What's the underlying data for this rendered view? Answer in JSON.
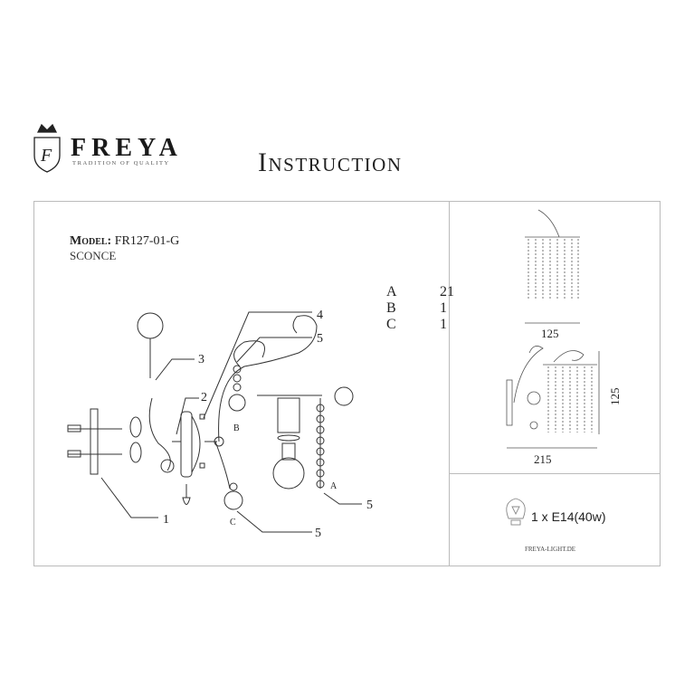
{
  "header": {
    "brand": "FREYA",
    "tagline": "TRADITION OF QUALITY",
    "logo_letter": "F",
    "title": "Instruction"
  },
  "product": {
    "model_label": "Model:",
    "model_value": "FR127-01-G",
    "type": "SCONCE"
  },
  "parts_list": [
    {
      "code": "A",
      "qty": "21"
    },
    {
      "code": "B",
      "qty": "1"
    },
    {
      "code": "C",
      "qty": "1"
    }
  ],
  "callouts": {
    "c1": "1",
    "c2": "2",
    "c3": "3",
    "c4": "4",
    "c5a": "5",
    "c5b": "5",
    "c5c": "5",
    "crystal_a": "A",
    "crystal_b": "B",
    "crystal_c": "C"
  },
  "dimensions": {
    "top_width": "125",
    "side_height": "125",
    "side_depth": "215"
  },
  "bulb": {
    "icon": "light-bulb-icon",
    "spec": "1 x E14(40w)"
  },
  "footer": {
    "website": "FREYA-LIGHT.DE"
  }
}
